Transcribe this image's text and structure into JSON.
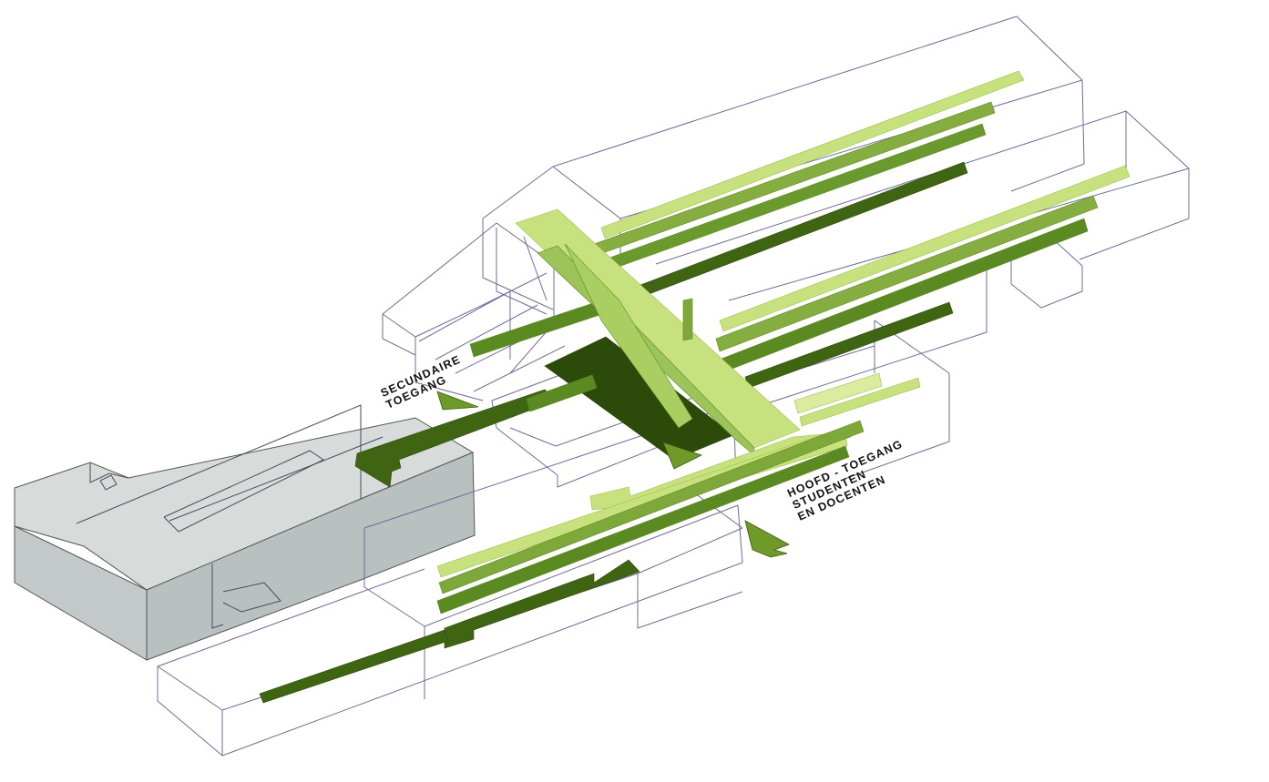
{
  "colors": {
    "light_green": "#c7e17e",
    "mid_green": "#7fa83a",
    "dark_green": "#3f6412",
    "deep_green": "#2c4a0a",
    "grey_block": "#c9cfce",
    "wireframe": "#6e6c9a"
  },
  "labels": {
    "secondary_entrance": {
      "line1": "SECUNDAIRE",
      "line2": "TOEGANG"
    },
    "main_entrance": {
      "line1": "HOOFD - TOEGANG",
      "line2": "STUDENTEN",
      "line3": "EN DOCENTEN"
    }
  },
  "icons": [
    "secondary-entrance-arrow-icon",
    "main-entrance-arrow-icon",
    "inner-entrance-arrow-icon"
  ]
}
